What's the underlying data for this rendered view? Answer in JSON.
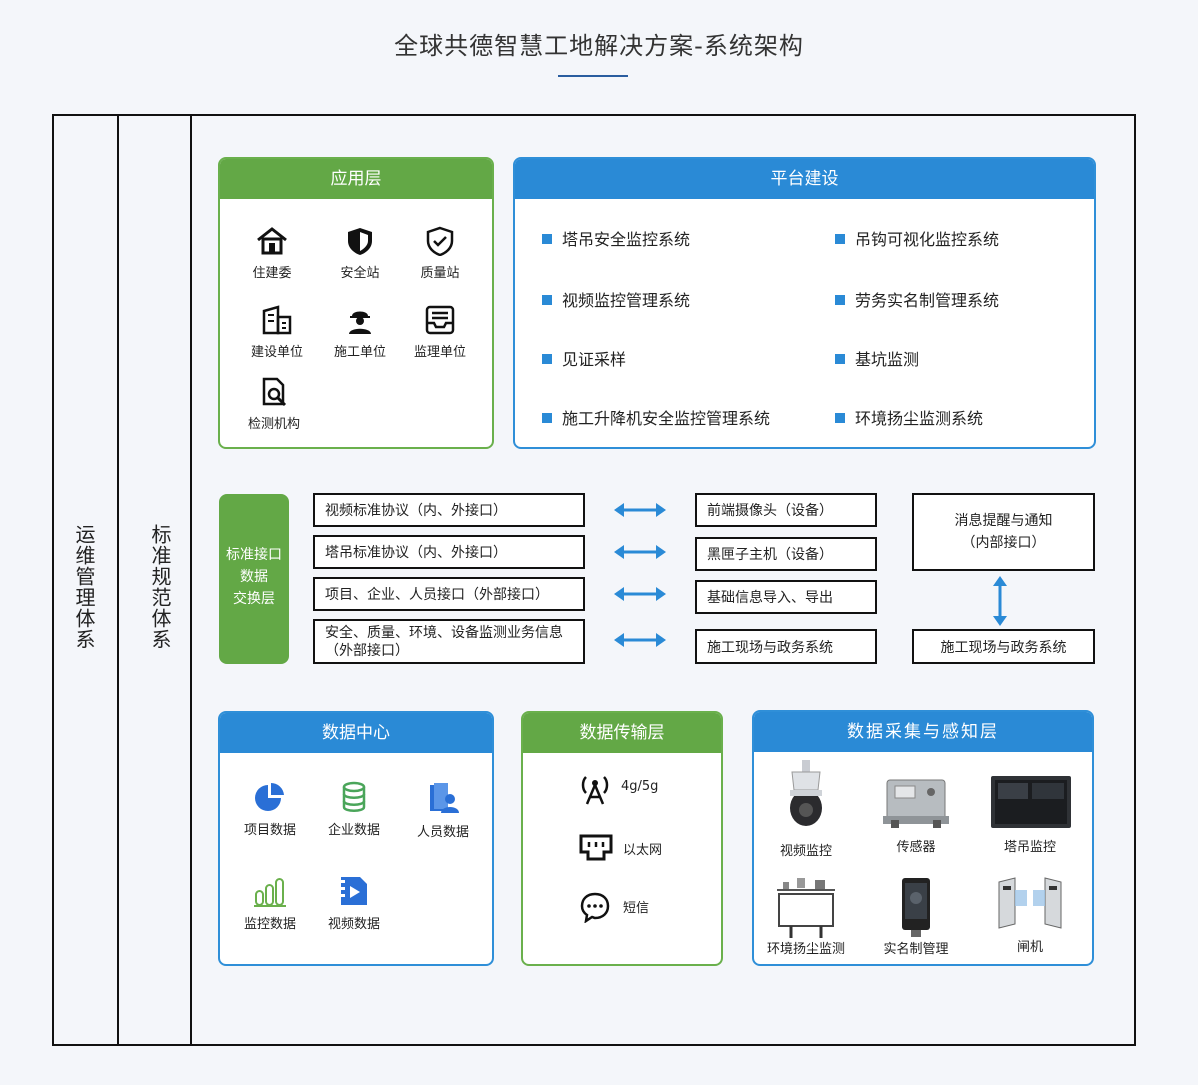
{
  "title": "全球共德智慧工地解决方案-系统架构",
  "side_labels": {
    "ops": "运维管理体系",
    "standard": "标准规范体系"
  },
  "app_layer": {
    "header": "应用层",
    "items": [
      {
        "label": "住建委",
        "icon": "government-house-icon"
      },
      {
        "label": "安全站",
        "icon": "shield-icon"
      },
      {
        "label": "质量站",
        "icon": "shield-check-icon"
      },
      {
        "label": "建设单位",
        "icon": "building-icon"
      },
      {
        "label": "施工单位",
        "icon": "worker-icon"
      },
      {
        "label": "监理单位",
        "icon": "inbox-doc-icon"
      },
      {
        "label": "检测机构",
        "icon": "document-search-icon"
      }
    ]
  },
  "platform": {
    "header": "平台建设",
    "items": [
      "塔吊安全监控系统",
      "吊钩可视化监控系统",
      "视频监控管理系统",
      "劳务实名制管理系统",
      "见证采样",
      "基坑监测",
      "施工升降机安全监控管理系统",
      "环境扬尘监测系统"
    ]
  },
  "interface": {
    "label_lines": [
      "标准接口",
      "数据",
      "交换层"
    ],
    "protocols": [
      "视频标准协议（内、外接口）",
      "塔吊标准协议（内、外接口）",
      "项目、企业、人员接口（外部接口）",
      "安全、质量、环境、设备监测业务信息（外部接口）"
    ],
    "targets": [
      "前端摄像头（设备）",
      "黑匣子主机（设备）",
      "基础信息导入、导出",
      "施工现场与政务系统"
    ],
    "notify_top": [
      "消息提醒与通知",
      "（内部接口）"
    ],
    "notify_bottom": "施工现场与政务系统"
  },
  "data_center": {
    "header": "数据中心",
    "items": [
      {
        "label": "项目数据",
        "icon": "pie-chart-icon"
      },
      {
        "label": "企业数据",
        "icon": "database-icon"
      },
      {
        "label": "人员数据",
        "icon": "person-files-icon"
      },
      {
        "label": "监控数据",
        "icon": "bar-levels-icon"
      },
      {
        "label": "视频数据",
        "icon": "video-file-icon"
      }
    ]
  },
  "transport": {
    "header": "数据传输层",
    "items": [
      {
        "label": "4g/5g",
        "icon": "antenna-icon"
      },
      {
        "label": "以太网",
        "icon": "ethernet-icon"
      },
      {
        "label": "短信",
        "icon": "chat-bubble-icon"
      }
    ]
  },
  "sensing": {
    "header": "数据采集与感知层",
    "items": [
      {
        "label": "视频监控",
        "icon": "dome-camera-icon"
      },
      {
        "label": "传感器",
        "icon": "sensor-box-icon"
      },
      {
        "label": "塔吊监控",
        "icon": "monitor-screen-icon"
      },
      {
        "label": "环境扬尘监测",
        "icon": "dust-monitor-icon"
      },
      {
        "label": "实名制管理",
        "icon": "face-terminal-icon"
      },
      {
        "label": "闸机",
        "icon": "turnstile-gate-icon"
      }
    ]
  },
  "colors": {
    "green": "#63a846",
    "blue": "#2a8ad6",
    "arrow": "#2a8ad6"
  }
}
